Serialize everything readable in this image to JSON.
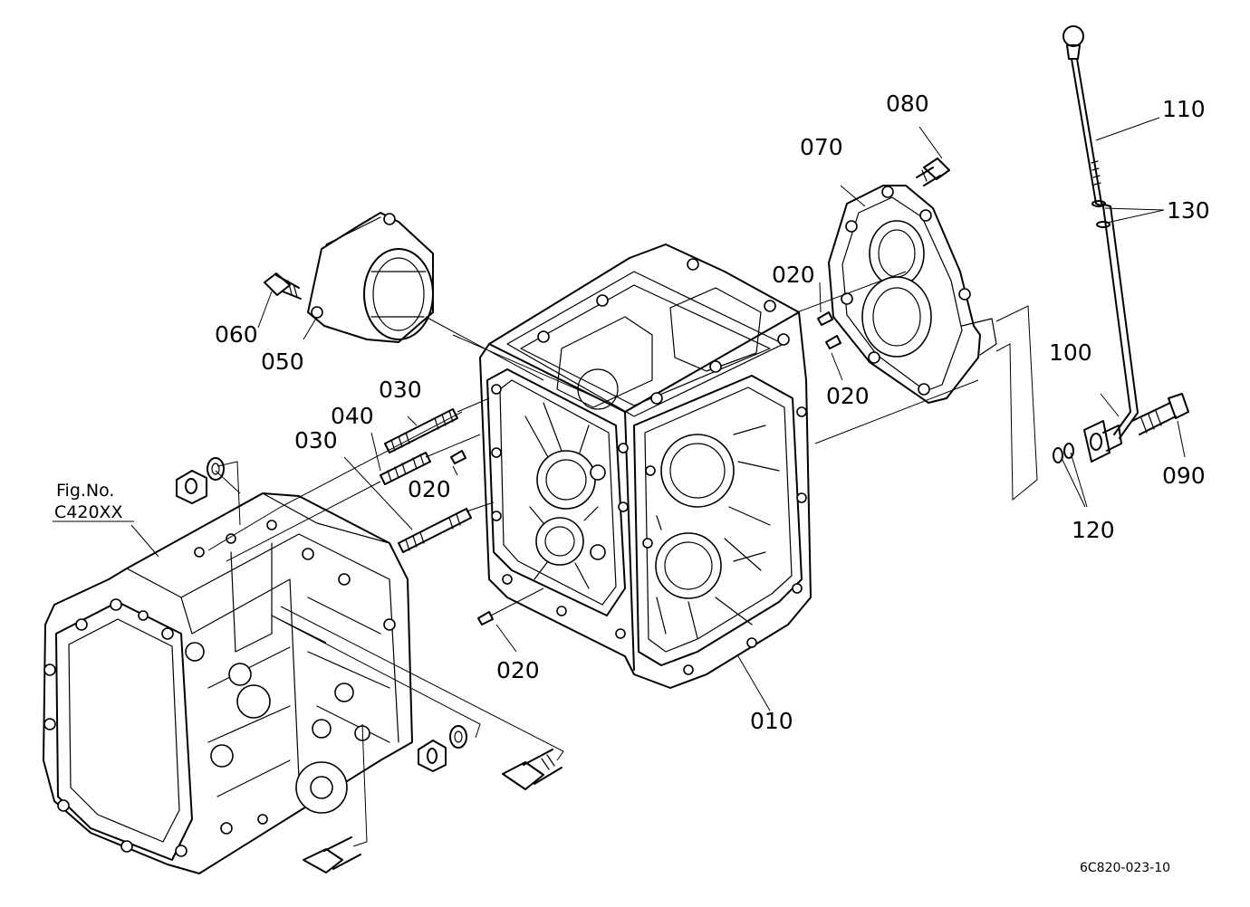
{
  "labels": {
    "p010": "010",
    "p020a": "020",
    "p020b": "020",
    "p020c": "020",
    "p020d": "020",
    "p030a": "030",
    "p030b": "030",
    "p040": "040",
    "p050": "050",
    "p060": "060",
    "p070": "070",
    "p080": "080",
    "p090": "090",
    "p100": "100",
    "p110": "110",
    "p120": "120",
    "p130": "130"
  },
  "figure_ref": {
    "line1": "Fig.No.",
    "line2": "C420XX"
  },
  "drawing_code": "6C820-023-10"
}
